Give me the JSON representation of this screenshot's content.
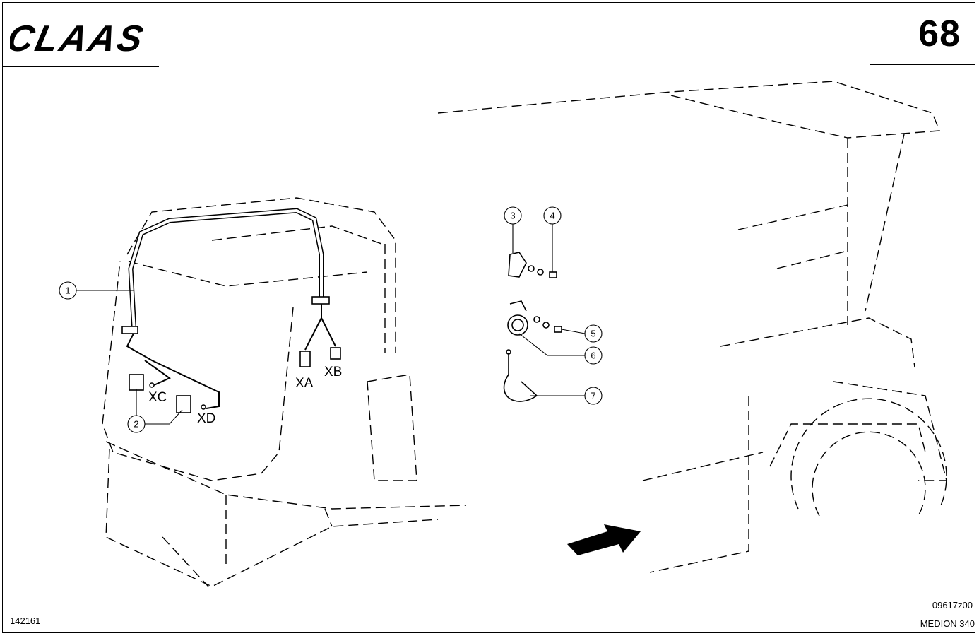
{
  "header": {
    "logo_text": "CLAAS",
    "page_number": "68"
  },
  "footer": {
    "left_code": "142161",
    "right_code": "09617z00",
    "model": "MEDION 340"
  },
  "connectors": {
    "xa": "XA",
    "xb": "XB",
    "xc": "XC",
    "xd": "XD"
  },
  "callouts": [
    "1",
    "2",
    "3",
    "4",
    "5",
    "6",
    "7"
  ],
  "colors": {
    "ink": "#000000",
    "paper": "#ffffff"
  },
  "icons": [
    "claas-logo",
    "direction-arrow-icon"
  ]
}
